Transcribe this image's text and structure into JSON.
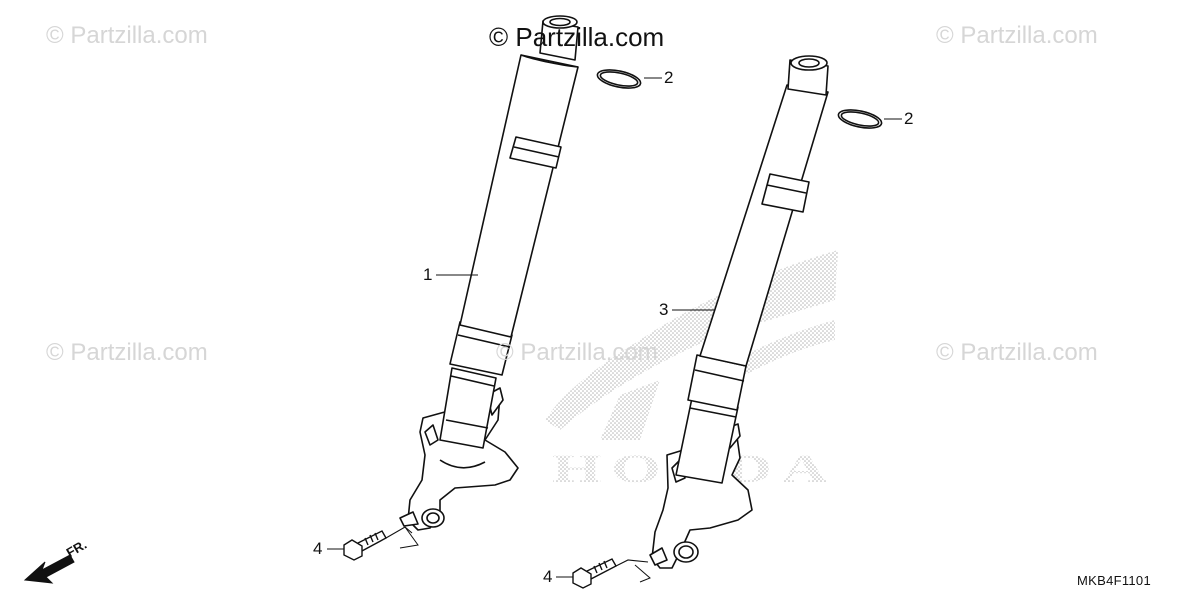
{
  "watermarks": {
    "main": "© Partzilla.com",
    "repeat": "© Partzilla.com"
  },
  "brand_logo": {
    "text": "HONDA"
  },
  "callouts": {
    "part_1": "1",
    "part_2_left": "2",
    "part_2_right": "2",
    "part_3": "3",
    "part_4_left": "4",
    "part_4_right": "4"
  },
  "direction_indicator": "FR.",
  "diagram_code": "MKB4F1101",
  "colors": {
    "line": "#111111",
    "watermark": "#d6d6d6",
    "logo_dots": "#bdbdbd"
  }
}
